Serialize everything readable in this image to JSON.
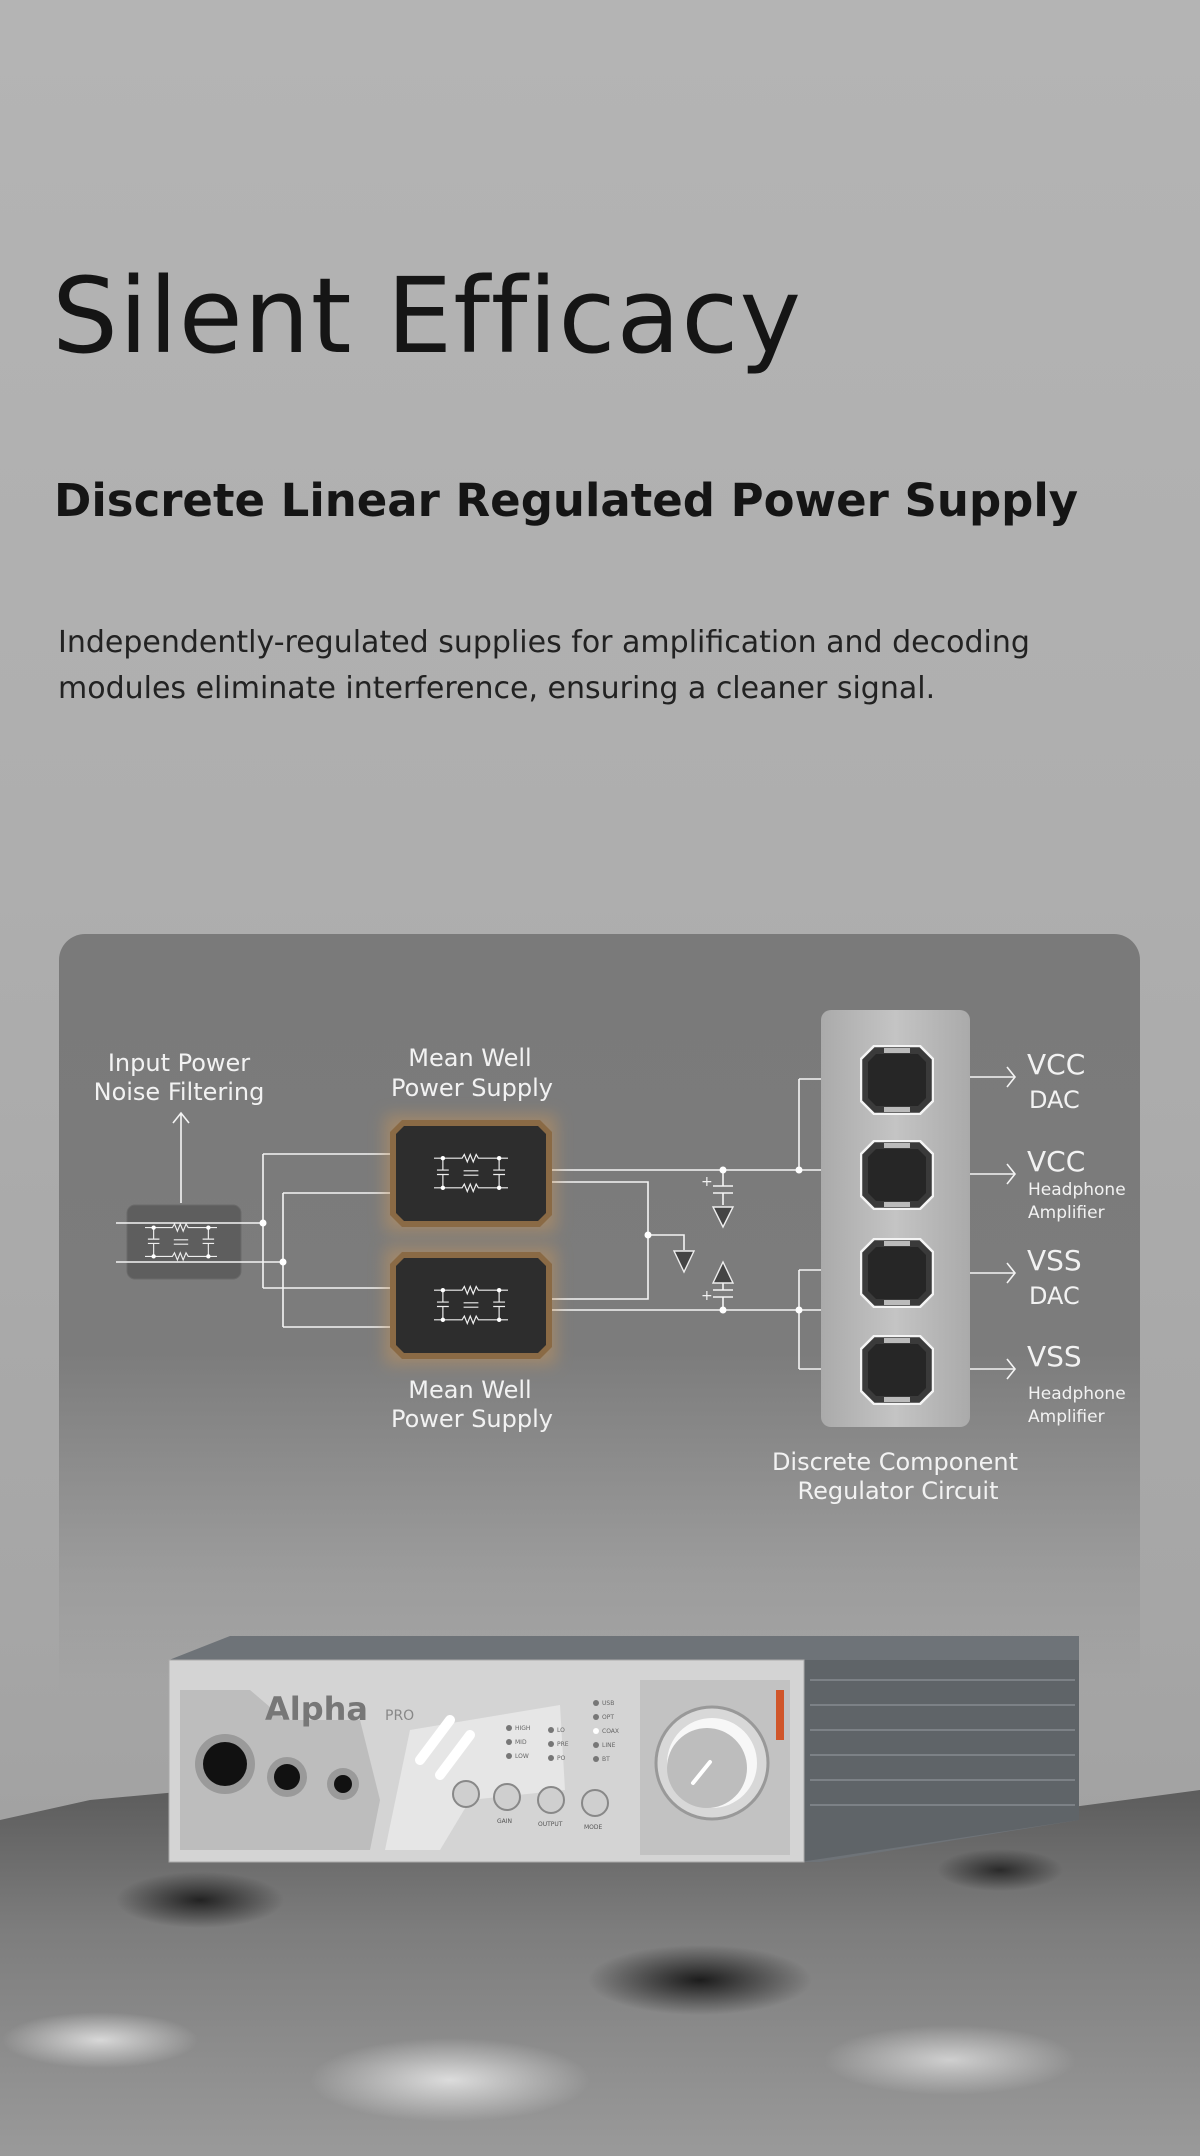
{
  "header": {
    "title": "Silent Efficacy",
    "subtitle": "Discrete Linear Regulated Power Supply",
    "description": "Independently-regulated supplies for amplification and decoding modules eliminate interference, ensuring a cleaner signal."
  },
  "diagram": {
    "input_filter": {
      "line1": "Input Power",
      "line2": "Noise Filtering"
    },
    "psu_top": {
      "line1": "Mean Well",
      "line2": "Power Supply"
    },
    "psu_bottom": {
      "line1": "Mean Well",
      "line2": "Power Supply"
    },
    "regulator": {
      "line1": "Discrete Component",
      "line2": "Regulator Circuit"
    },
    "outputs": [
      {
        "rail": "VCC",
        "target": "DAC"
      },
      {
        "rail": "VCC",
        "target1": "Headphone",
        "target2": "Amplifier"
      },
      {
        "rail": "VSS",
        "target": "DAC"
      },
      {
        "rail": "VSS",
        "target1": "Headphone",
        "target2": "Amplifier"
      }
    ],
    "accent_color": "#b08655"
  },
  "device": {
    "brand": "Alpha",
    "model": "PRO",
    "knobs": [
      "GAIN",
      "OUTPUT",
      "MODE"
    ],
    "leds_a": [
      "HIGH",
      "MID",
      "LOW"
    ],
    "leds_b": [
      "LO",
      "PRE",
      "PO"
    ],
    "leds_c": [
      "USB",
      "OPT",
      "COAX",
      "LINE",
      "BT"
    ]
  }
}
